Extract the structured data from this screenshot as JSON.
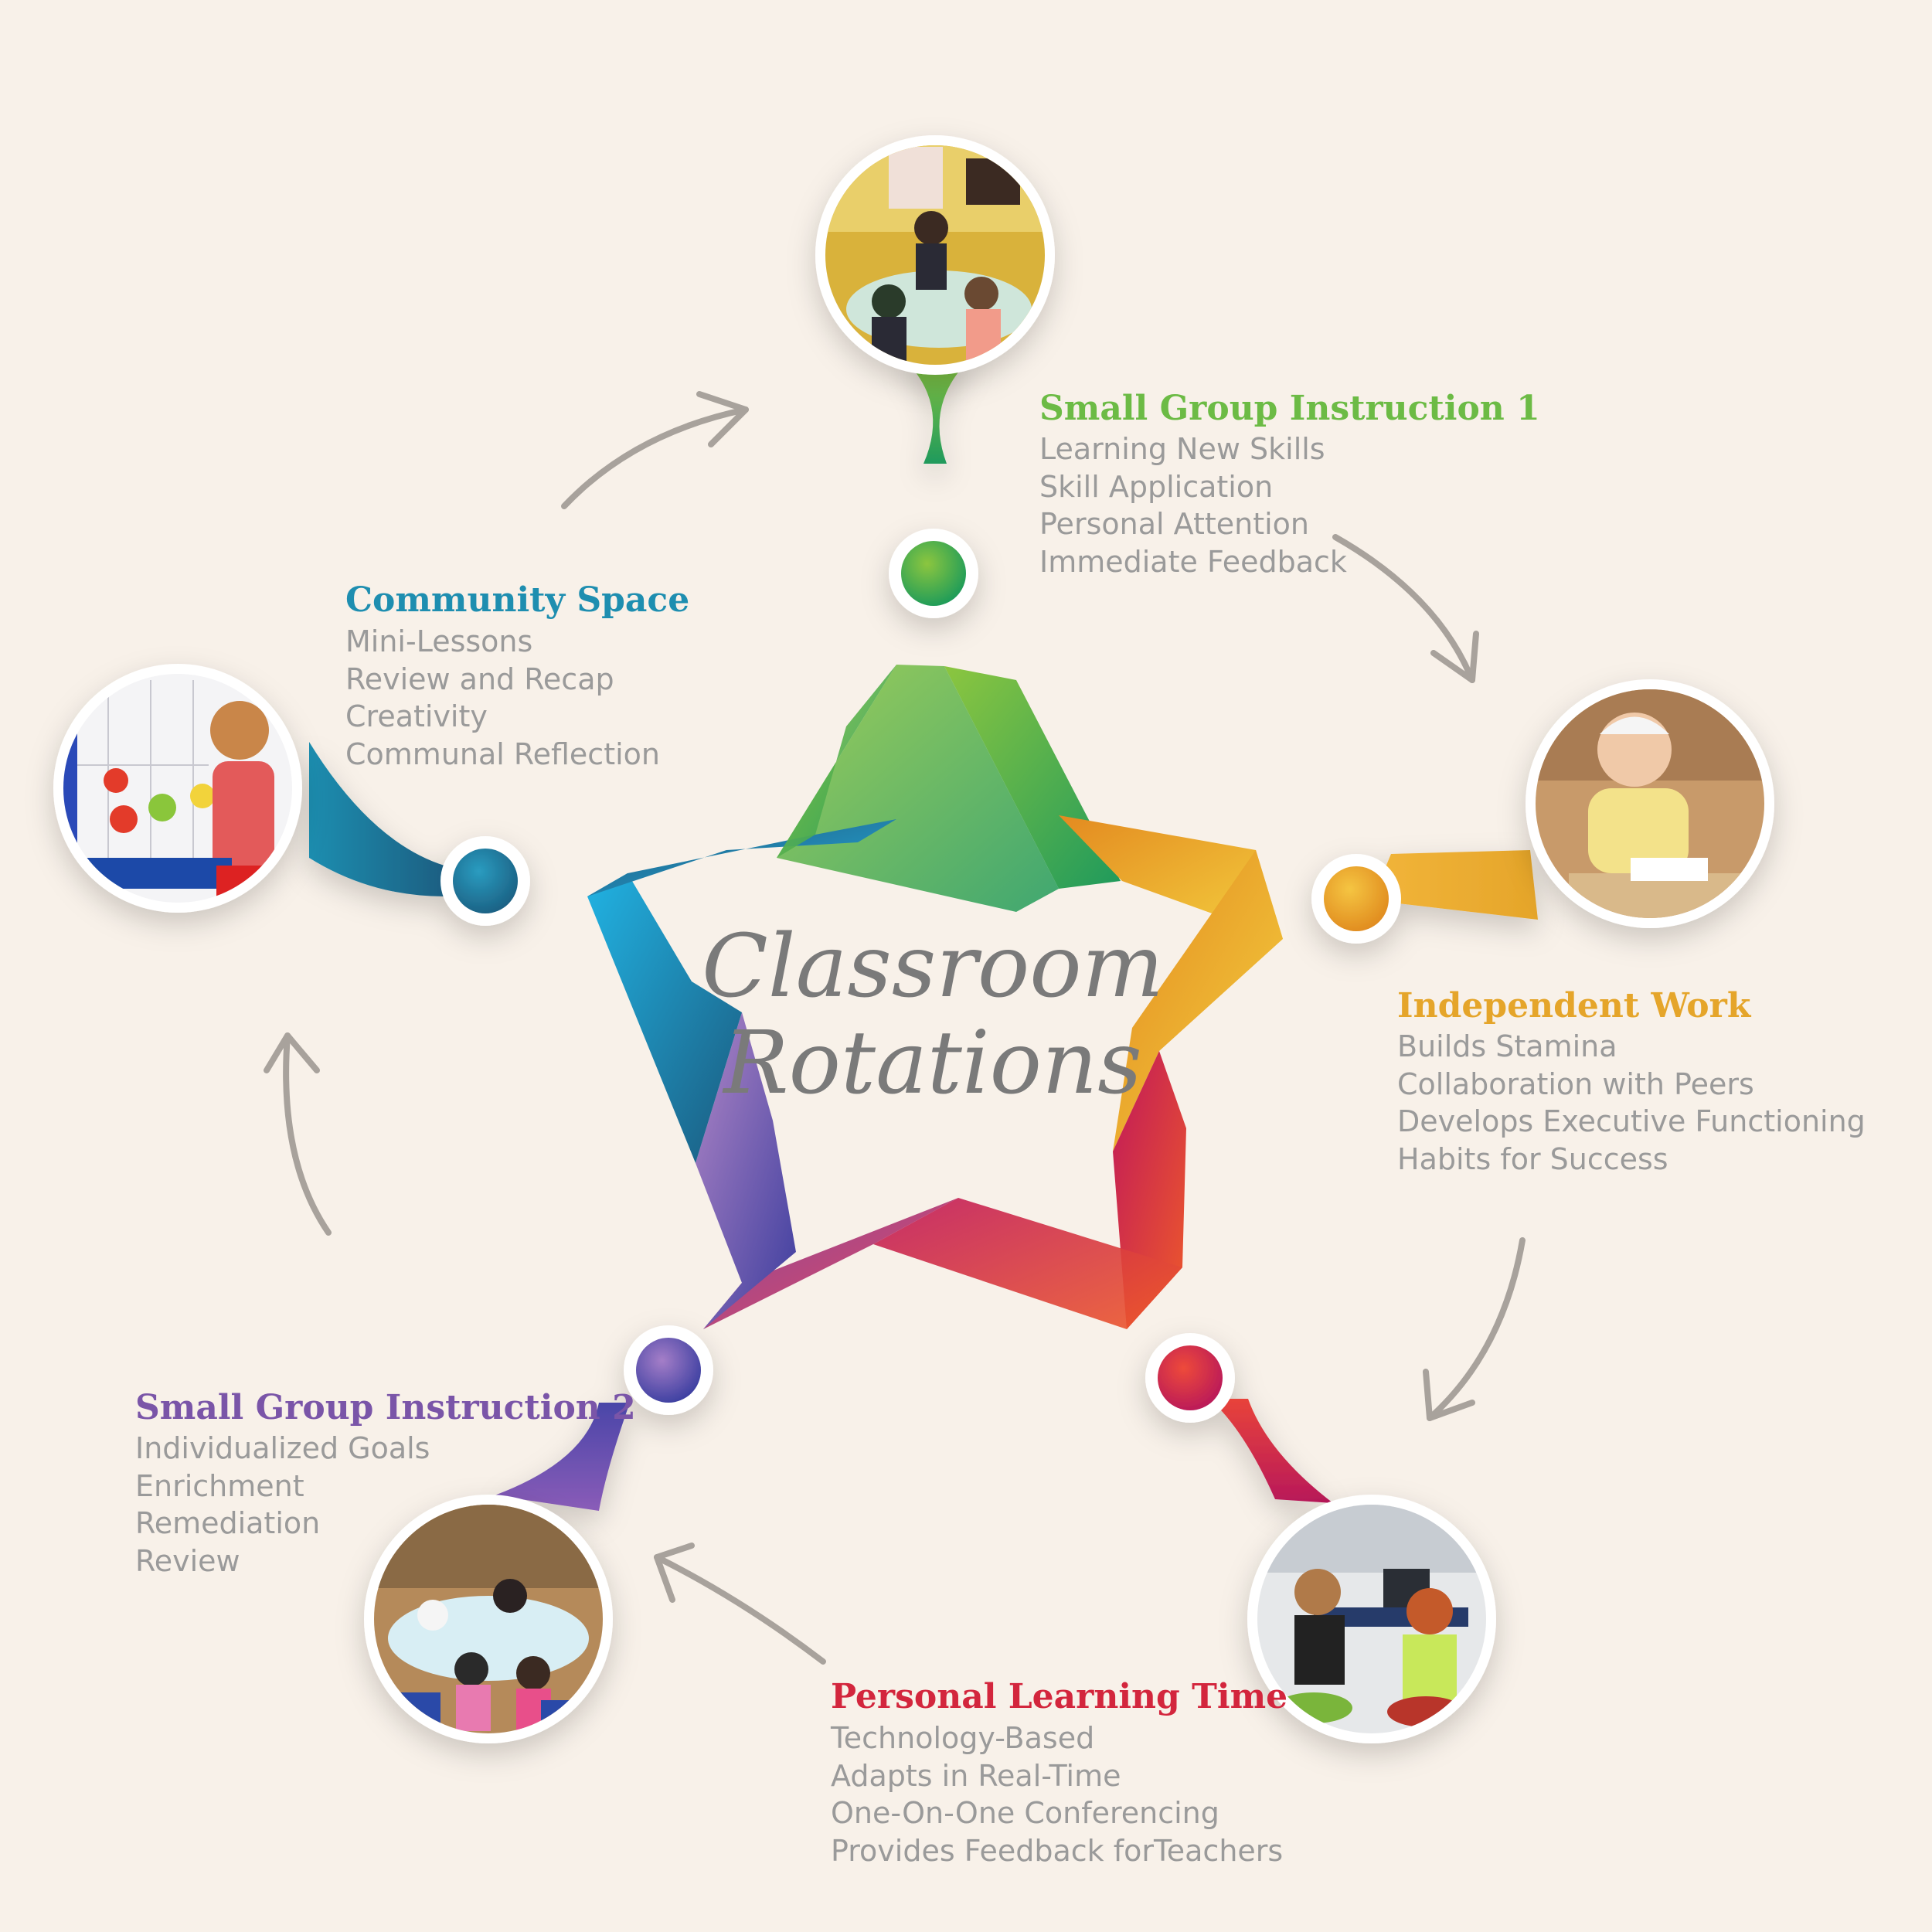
{
  "center": {
    "line1": "Classroom",
    "line2": "Rotations"
  },
  "stations": [
    {
      "id": "sgi1",
      "title": "Small Group Instruction 1",
      "color": "#6cbb45",
      "color2": "#1f9a5c",
      "items": [
        "Learning New Skills",
        "Skill Application",
        "Personal Attention",
        "Immediate Feedback"
      ],
      "photo_icon": "classroom-group-photo"
    },
    {
      "id": "independent",
      "title": "Independent Work",
      "color": "#e5a52a",
      "color2": "#f2c53a",
      "items": [
        "Builds Stamina",
        "Collaboration with Peers",
        "Develops Executive Functioning",
        "Habits for Success"
      ],
      "photo_icon": "student-writing-photo"
    },
    {
      "id": "personal",
      "title": "Personal Learning Time",
      "color": "#d3263d",
      "color2": "#e8533a",
      "items": [
        "Technology-Based",
        "Adapts in Real-Time",
        "One-On-One Conferencing",
        "Provides Feedback forTeachers"
      ],
      "photo_icon": "students-laptops-photo"
    },
    {
      "id": "sgi2",
      "title": "Small Group Instruction 2",
      "color": "#7a55a8",
      "color2": "#3c3d9e",
      "items": [
        "Individualized Goals",
        "Enrichment",
        "Remediation",
        "Review"
      ],
      "photo_icon": "group-table-photo"
    },
    {
      "id": "community",
      "title": "Community Space",
      "color": "#1e8eb0",
      "color2": "#1b6d8e",
      "items": [
        "Mini-Lessons",
        "Review and Recap",
        "Creativity",
        "Communal Reflection"
      ],
      "photo_icon": "girl-board-photo"
    }
  ],
  "icons": {
    "arrow": "curved-arrow-icon",
    "node": "node-dot-icon"
  }
}
